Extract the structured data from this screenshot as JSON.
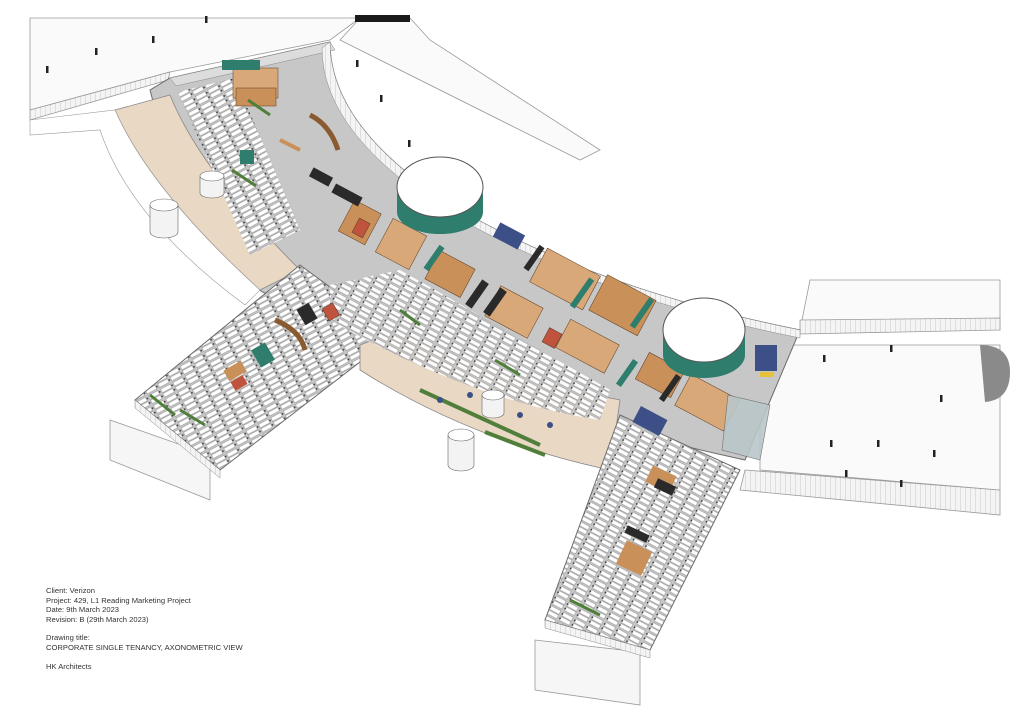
{
  "sheet": {
    "client": "Client: Verizon",
    "project": "Project: 429, L1 Reading Marketing Project",
    "date": "Date: 9th March 2023",
    "revision": "Revision: B (29th March 2023)",
    "drawing_title_label": "Drawing title:",
    "drawing_title": "CORPORATE SINGLE TENANCY, AXONOMETRIC VIEW",
    "architect": "HK Architects"
  },
  "colors": {
    "floor": "#c7c7c7",
    "terrace": "#e9d8c4",
    "core": "#2f7d6d",
    "desk": "#ffffff",
    "planter": "#4f7f3a",
    "timber": "#c9905a",
    "partition": "#3a3a3a",
    "accent_red": "#c0533d",
    "carpet_blue": "#3c4f86",
    "outline": "#6b6b6b"
  }
}
